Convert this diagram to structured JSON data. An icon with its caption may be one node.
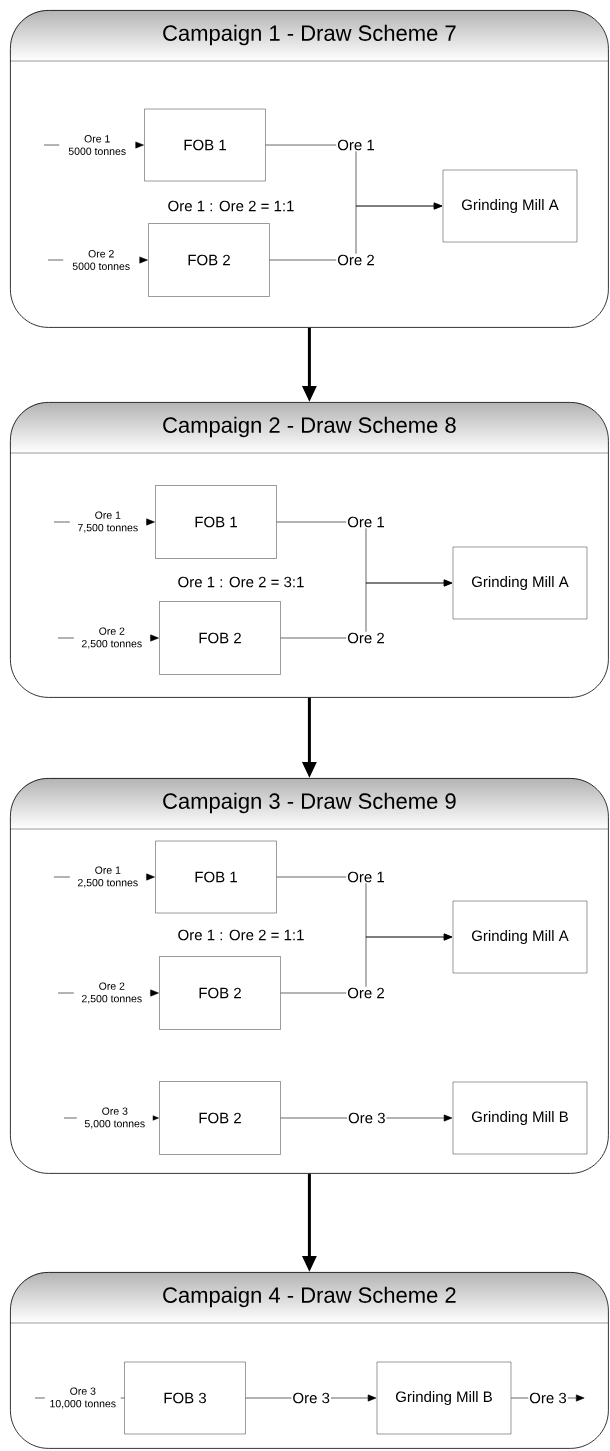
{
  "diagram": {
    "nodes": [
      {
        "text": [
          "Campaign 1 - Draw Scheme 7"
        ]
      },
      {
        "text": [
          "FOB 1"
        ],
        "in": 0
      },
      {
        "text": [
          "FOB 2"
        ],
        "in": 0
      },
      {
        "text": [
          "Grinding Mill A"
        ],
        "in": 0
      },
      {
        "text": [
          "Campaign 2 - Draw Scheme 8"
        ]
      },
      {
        "text": [
          "FOB 1"
        ],
        "in": 4
      },
      {
        "text": [
          "FOB 2"
        ],
        "in": 4
      },
      {
        "text": [
          "Grinding Mill A"
        ],
        "in": 4
      },
      {
        "text": [
          "Campaign 3 - Draw Scheme 9"
        ]
      },
      {
        "text": [
          "FOB 1"
        ],
        "in": 8
      },
      {
        "text": [
          "FOB 2"
        ],
        "in": 8
      },
      {
        "text": [
          "Grinding Mill A"
        ],
        "in": 8
      },
      {
        "text": [
          "FOB 2"
        ],
        "in": 8
      },
      {
        "text": [
          "Grinding Mill B"
        ],
        "in": 8
      },
      {
        "text": [
          "Campaign 4 - Draw Scheme 2"
        ]
      },
      {
        "text": [
          "FOB 3"
        ],
        "in": 14
      },
      {
        "text": [
          "Grinding Mill B"
        ],
        "in": 14
      }
    ],
    "edges": [
      {
        "from": null,
        "to": 1,
        "arrow": "to",
        "label": "Ore 1 5000 tonnes"
      },
      {
        "from": null,
        "to": 2,
        "arrow": "to",
        "label": "Ore 2 5000 tonnes"
      },
      {
        "from": 1,
        "to": 3,
        "arrow": "to",
        "label": "Ore 1"
      },
      {
        "from": 2,
        "to": 3,
        "arrow": "to",
        "label": "Ore 2"
      },
      {
        "from": 0,
        "to": 4,
        "arrow": "to",
        "style": "thick"
      },
      {
        "from": null,
        "to": 5,
        "arrow": "to",
        "label": "Ore 1 7,500 tonnes"
      },
      {
        "from": null,
        "to": 6,
        "arrow": "to",
        "label": "Ore 2 2,500 tonnes"
      },
      {
        "from": 5,
        "to": 7,
        "arrow": "to",
        "label": "Ore 1"
      },
      {
        "from": 6,
        "to": 7,
        "arrow": "to",
        "label": "Ore 2"
      },
      {
        "from": 4,
        "to": 8,
        "arrow": "to",
        "style": "thick"
      },
      {
        "from": null,
        "to": 9,
        "arrow": "to",
        "label": "Ore 1 2,500 tonnes"
      },
      {
        "from": null,
        "to": 10,
        "arrow": "to",
        "label": "Ore 2 2,500 tonnes"
      },
      {
        "from": 9,
        "to": 11,
        "arrow": "to",
        "label": "Ore 1"
      },
      {
        "from": 10,
        "to": 11,
        "arrow": "to",
        "label": "Ore 2"
      },
      {
        "from": null,
        "to": 12,
        "arrow": "to",
        "label": "Ore 3 5,000 tonnes"
      },
      {
        "from": 12,
        "to": 13,
        "arrow": "to",
        "label": "Ore 3"
      },
      {
        "from": 8,
        "to": 14,
        "arrow": "to",
        "style": "thick"
      },
      {
        "from": null,
        "to": 15,
        "arrow": "none",
        "label": "Ore 3 10,000 tonnes"
      },
      {
        "from": 15,
        "to": 16,
        "arrow": "to",
        "label": "Ore 3"
      },
      {
        "from": 16,
        "to": null,
        "arrow": "to",
        "label": "Ore 3"
      }
    ],
    "labels": [
      "Ore 1 : Ore 2 = 1:1",
      "Ore 1 : Ore 2 = 3:1",
      "Ore 1 : Ore 2 = 1:1"
    ]
  }
}
